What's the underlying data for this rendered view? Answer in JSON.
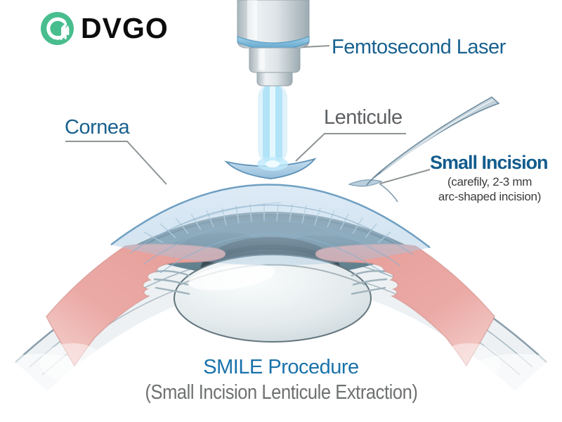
{
  "logo": {
    "brand": "DVGO",
    "icon": "cat-in-green-circle",
    "color": "#48bd8e"
  },
  "diagram": {
    "title_context": "SMILE eye surgery cross-section illustration",
    "labels": {
      "femtosecond_laser": "Femtosecond Laser",
      "cornea": "Cornea",
      "lenticule": "Lenticule",
      "small_incision": "Small Incision",
      "small_incision_note_line1": "(carefily, 2-3 mm",
      "small_incision_note_line2": "arc-shaped incision)"
    },
    "parts": [
      "laser-device",
      "laser-beam",
      "cornea-dome",
      "lenticule",
      "small-incision",
      "surgical-instrument",
      "iris",
      "pupil",
      "lens",
      "zonule-fibers",
      "ciliary-body-left",
      "ciliary-body-right",
      "sclera-band"
    ]
  },
  "caption": {
    "title": "SMILE Procedure",
    "subtitle": "(Small Incision Lenticule Extraction)"
  },
  "colors": {
    "label_blue": "#19618f",
    "heading_blue": "#1a72ab",
    "label_gray": "#5e6163",
    "caption_gray": "#6e7071",
    "note_dark": "#3b3b3b",
    "logo_green": "#48bd8e",
    "laser_beam_blue": "#7fd0f2",
    "cornea_blue": "#bcd7ea",
    "iris_slate": "#5d7e8c",
    "tissue_pink": "#e9a6a2"
  }
}
